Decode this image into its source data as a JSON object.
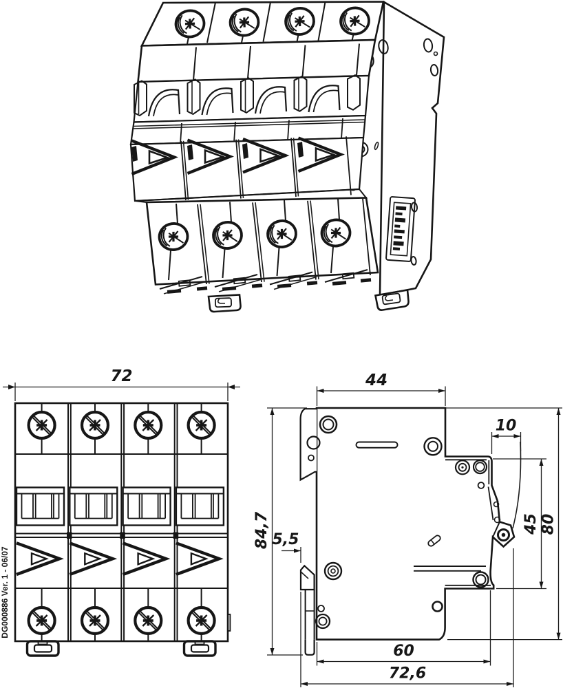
{
  "meta": {
    "drawing_number": "DG000886 Ver. 1 - 06/07",
    "line_color": "#161616",
    "background": "#ffffff",
    "subject": "4-pole miniature circuit breaker, three-view technical drawing"
  },
  "front_view": {
    "width_mm": "72"
  },
  "side_view": {
    "body_depth_mm": "44",
    "toggle_protrusion_mm": "10",
    "clip_offset_mm": "5,5",
    "overall_height_mm": "84,7",
    "front_face_height_mm": "45",
    "body_height_mm": "80",
    "lower_depth_mm": "60",
    "overall_depth_mm": "72,6"
  }
}
